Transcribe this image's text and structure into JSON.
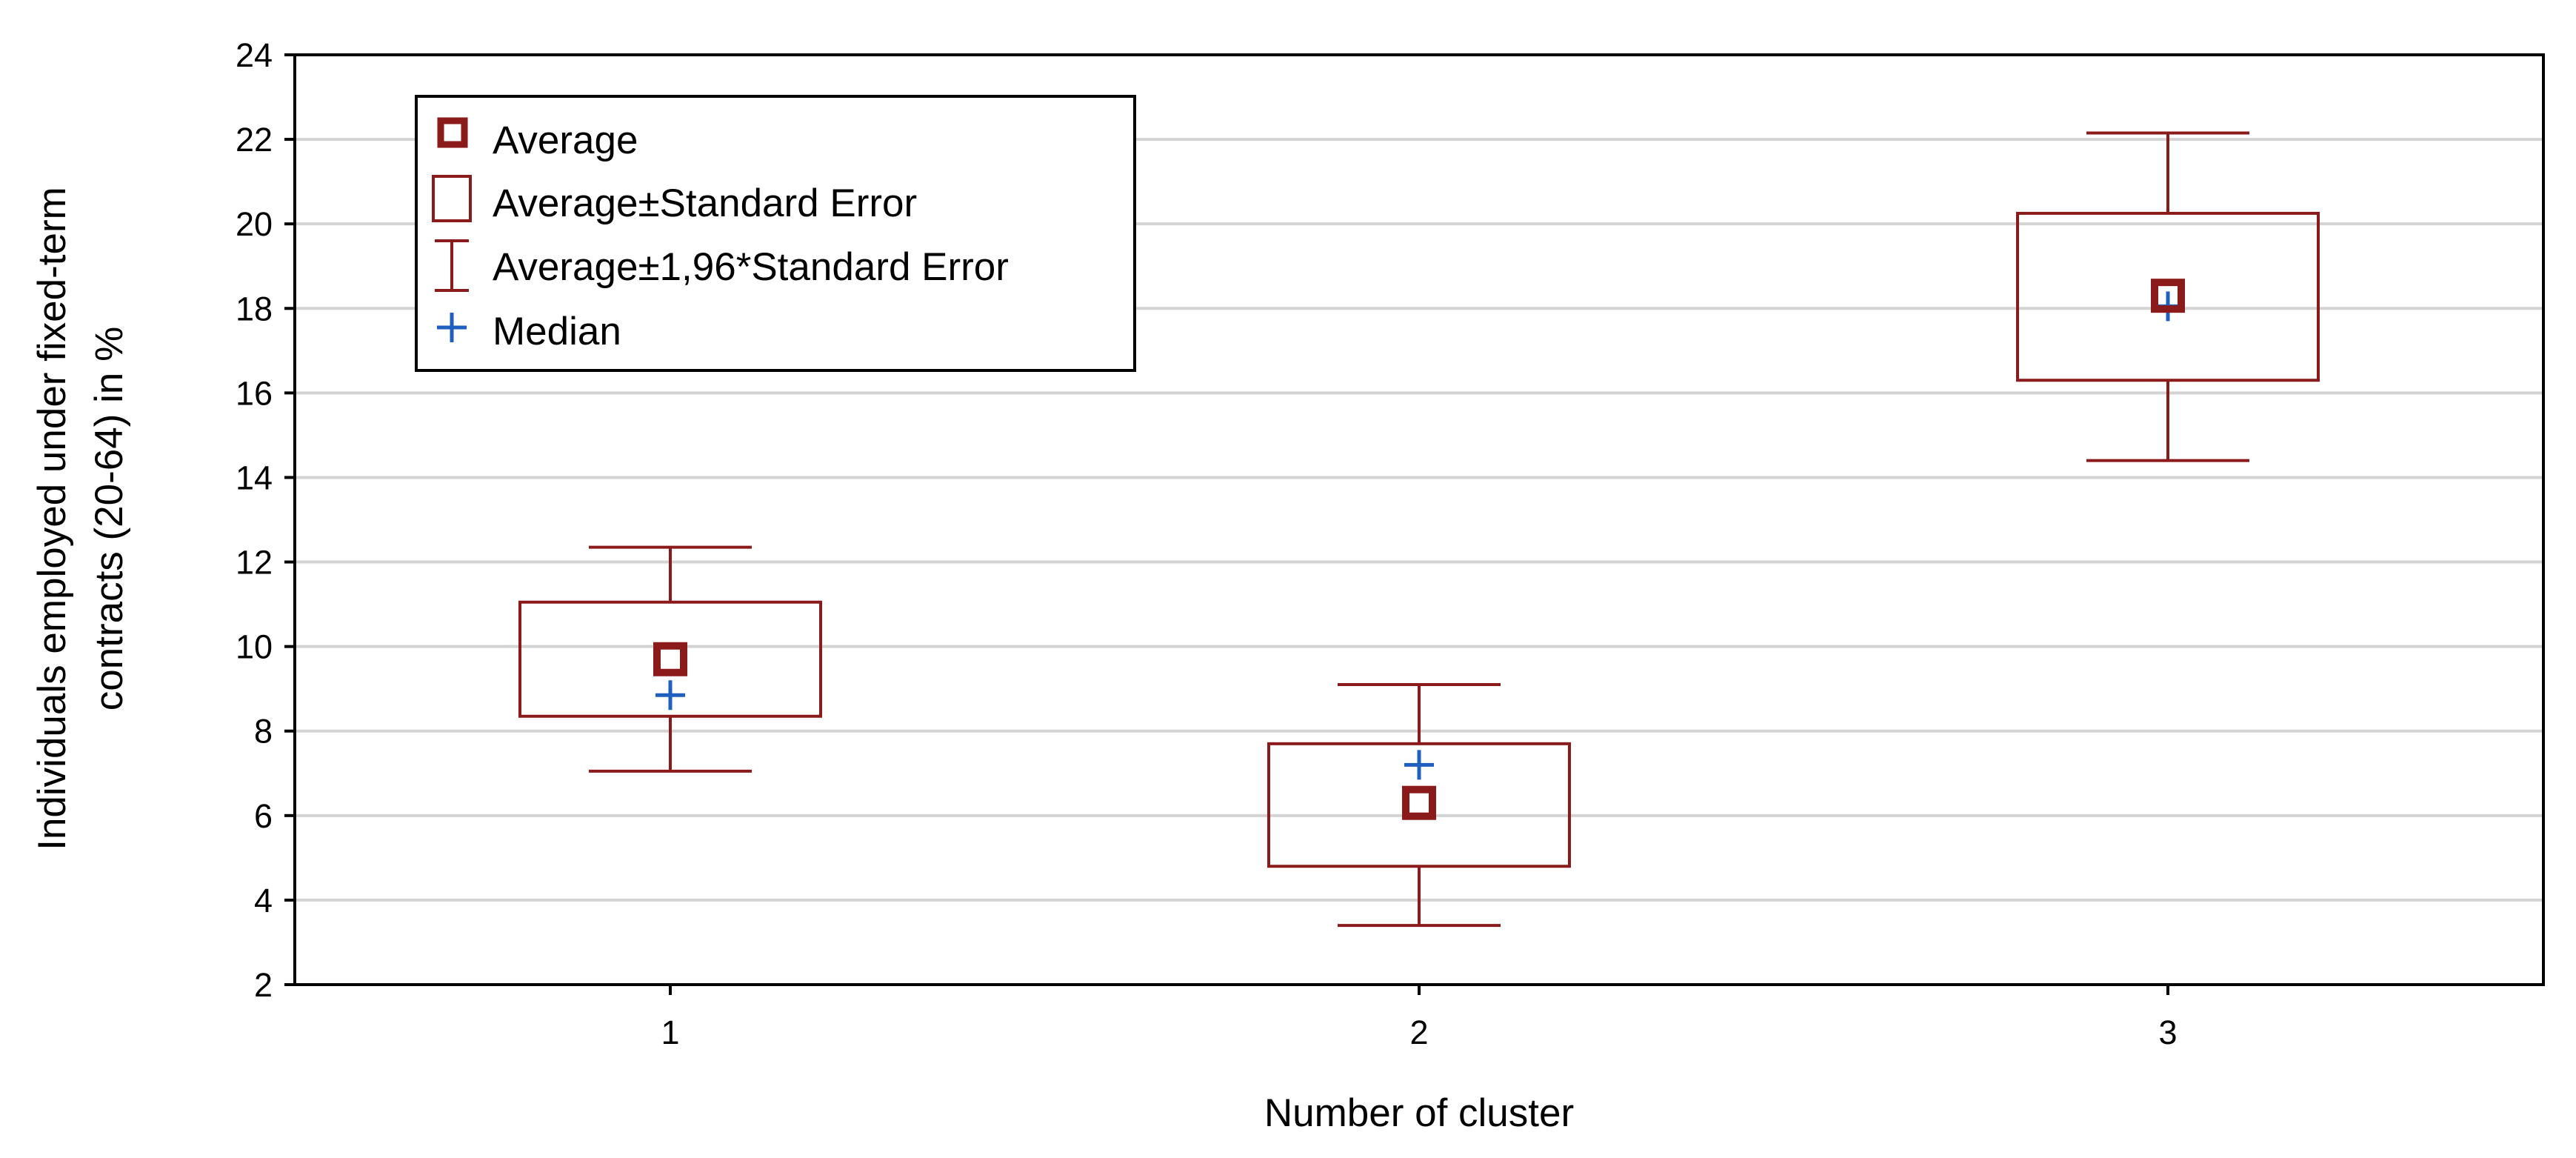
{
  "chart_data": {
    "type": "box",
    "xlabel": "Number of cluster",
    "ylabel_lines": [
      "Individuals employed under fixed-term",
      "contracts (20-64) in %"
    ],
    "ylim": [
      2,
      24
    ],
    "yticks": [
      "2",
      "4",
      "6",
      "8",
      "10",
      "12",
      "14",
      "16",
      "18",
      "20",
      "22",
      "24"
    ],
    "categories": [
      "1",
      "2",
      "3"
    ],
    "grid": "horizontal",
    "legend_position": "top-left",
    "legend": [
      {
        "label": "Average",
        "marker": "square"
      },
      {
        "label": "Average±Standard Error",
        "marker": "box"
      },
      {
        "label": "Average±1,96*Standard Error",
        "marker": "whisker"
      },
      {
        "label": "Median",
        "marker": "plus"
      }
    ],
    "series": [
      {
        "category": "1",
        "average": 9.7,
        "se_low": 8.35,
        "se_high": 11.05,
        "ci_low": 7.05,
        "ci_high": 12.35,
        "median": 8.85
      },
      {
        "category": "2",
        "average": 6.3,
        "se_low": 4.8,
        "se_high": 7.7,
        "ci_low": 3.4,
        "ci_high": 9.1,
        "median": 7.2
      },
      {
        "category": "3",
        "average": 18.3,
        "se_low": 16.3,
        "se_high": 20.25,
        "ci_low": 14.4,
        "ci_high": 22.15,
        "median": 18.05
      }
    ],
    "colors": {
      "box": "#8b1a1a",
      "median": "#1f5fbf",
      "grid": "#d3d3d3",
      "axis": "#000000"
    }
  }
}
